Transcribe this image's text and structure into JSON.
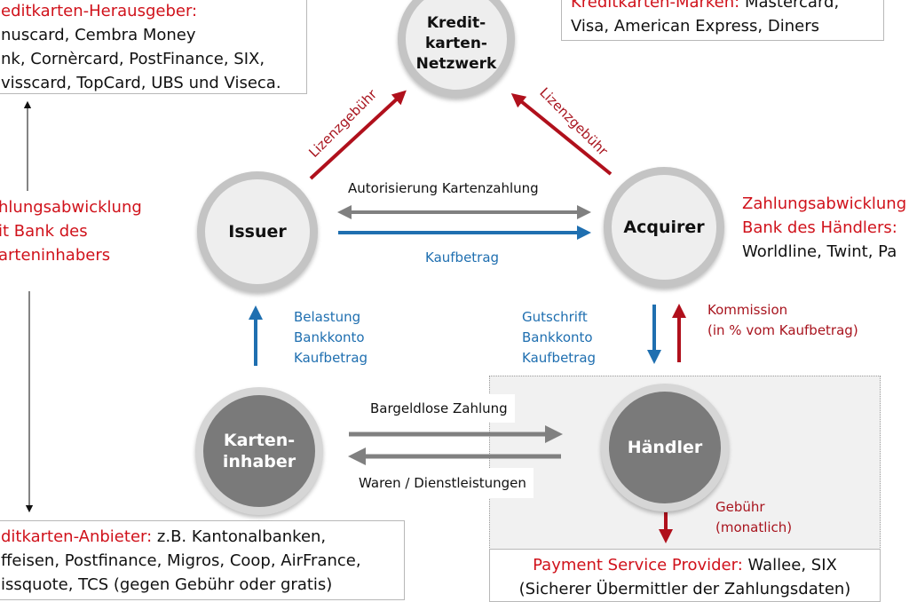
{
  "boxes": {
    "issuers": {
      "heading": "editkarten-Herausgeber:",
      "lines": [
        "nuscard, Cembra Money",
        "nk, Cornèrcard, PostFinance, SIX,",
        "visscard, TopCard, UBS und Viseca."
      ]
    },
    "brands": {
      "heading": "Kreditkarten-Marken:",
      "heading_rest": " Mastercard,",
      "lines": [
        "Visa, American Express, Diners"
      ]
    },
    "providers": {
      "heading": "ditkarten-Anbieter:",
      "heading_rest": " z.B. Kantonalbanken,",
      "lines": [
        "ffeisen, Postfinance, Migros, Coop, AirFrance,",
        "issquote, TCS (gegen Gebühr oder gratis)"
      ]
    },
    "psp": {
      "heading": "Payment Service Provider:",
      "heading_rest": " Wallee, SIX",
      "lines": [
        "(Sicherer Übermittler der Zahlungsdaten)"
      ]
    }
  },
  "side_labels": {
    "issuer_bank": [
      "hlungsabwicklung",
      "it Bank des",
      "arteninhabers"
    ],
    "acquirer_bank": {
      "red_lines": [
        "Zahlungsabwicklung",
        "Bank des Händlers:"
      ],
      "black_line": "Worldline, Twint, Pa"
    }
  },
  "nodes": {
    "network": "Kredit-\nkarten-\nNetzwerk",
    "issuer": "Issuer",
    "acquirer": "Acquirer",
    "cardholder": "Karten-\ninhaber",
    "merchant": "Händler"
  },
  "flows": {
    "license_fee_left": "Lizenzgebühr",
    "license_fee_right": "Lizenzgebühr",
    "authorization": "Autorisierung Kartenzahlung",
    "purchase_amount": "Kaufbetrag",
    "debit": [
      "Belastung",
      "Bankkonto",
      "Kaufbetrag"
    ],
    "credit": [
      "Gutschrift",
      "Bankkonto",
      "Kaufbetrag"
    ],
    "commission": [
      "Kommission",
      "(in % vom Kaufbetrag)"
    ],
    "cashless_payment": "Bargeldlose Zahlung",
    "goods_services": "Waren / Dienstleistungen",
    "fee": [
      "Gebühr",
      "(monatlich)"
    ]
  },
  "colors": {
    "red": "#d0121b",
    "dark_red": "#a8141e",
    "blue": "#1f6fb0",
    "gray_arrow": "#808080"
  }
}
